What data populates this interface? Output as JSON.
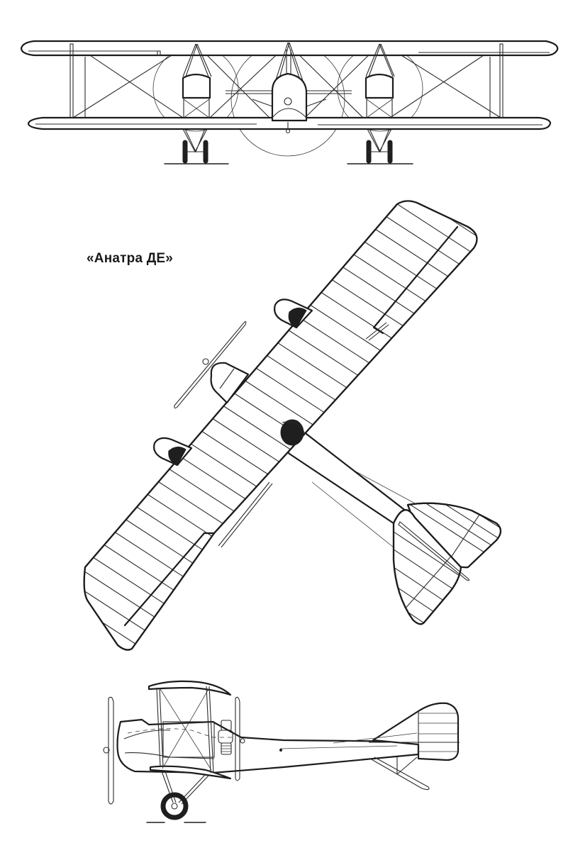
{
  "drawing": {
    "caption": "«Анатра ДЕ»",
    "views": [
      {
        "id": "front",
        "label": "front-view"
      },
      {
        "id": "plan",
        "label": "plan-view"
      },
      {
        "id": "side",
        "label": "side-view"
      }
    ],
    "colors": {
      "ink": "#1c1c1c",
      "background": "#ffffff",
      "fill_dark": "#1f1f1f"
    }
  }
}
